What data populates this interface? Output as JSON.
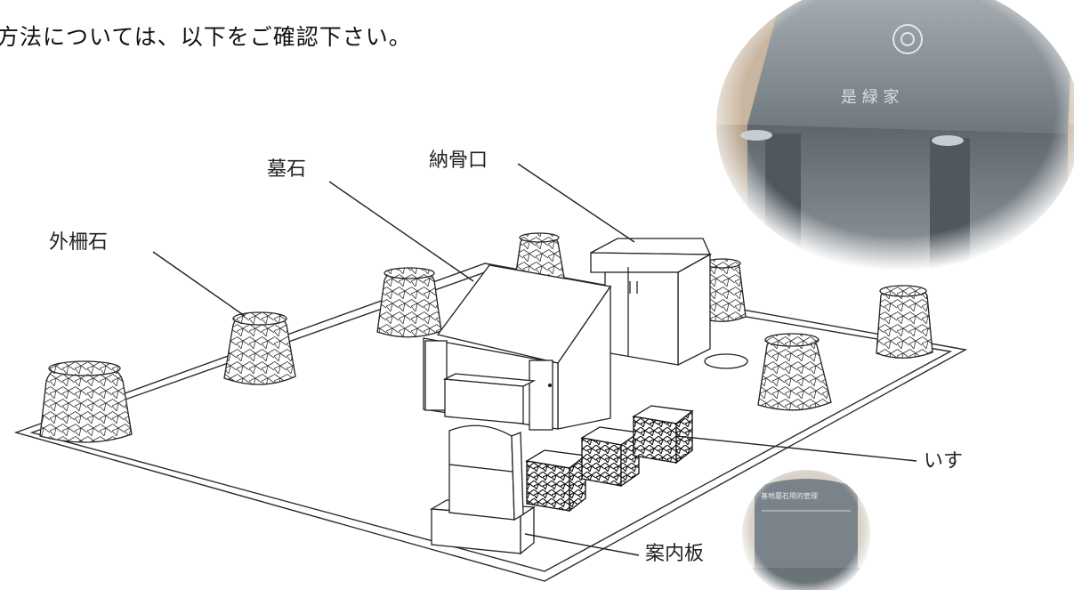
{
  "intro_text": "方法については、以下をご確認下さい。",
  "labels": {
    "tombstone": "墓石",
    "ossuary_opening": "納骨口",
    "outer_fence_stone": "外柵石",
    "chairs": "いす",
    "info_board": "案内板"
  },
  "photos": {
    "tombstone_inscription": "是 緑 家",
    "info_board_heading": "基地墓石用的管理"
  },
  "colors": {
    "line": "#2b2b2b",
    "photo_stone": "#8c959c",
    "photo_bg": "#b9a58f"
  }
}
